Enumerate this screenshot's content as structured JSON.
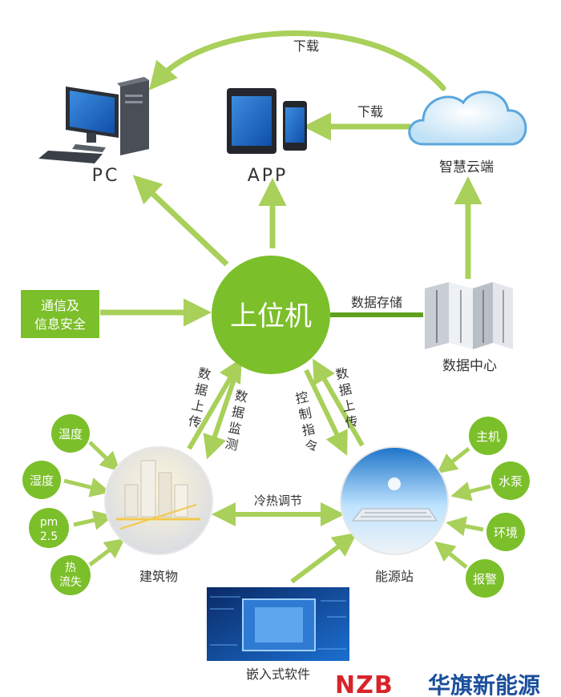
{
  "center": {
    "label": "上位机"
  },
  "top_nodes": {
    "pc": "PC",
    "app": "APP",
    "cloud": "智慧云端"
  },
  "arrows": {
    "download_top": "下载",
    "download_mid": "下载",
    "storage": "数据存储",
    "upload_left": [
      "数",
      "据",
      "上",
      "传"
    ],
    "monitor": [
      "数",
      "据",
      "监",
      "测"
    ],
    "control": [
      "控",
      "制",
      "指",
      "令"
    ],
    "upload_right": [
      "数",
      "据",
      "上",
      "传"
    ],
    "cool_heat": "冷热调节"
  },
  "security": {
    "line1": "通信及",
    "line2": "信息安全"
  },
  "data_center": {
    "label": "数据中心"
  },
  "building": {
    "label": "建筑物",
    "sensors": [
      {
        "lines": [
          "温度"
        ]
      },
      {
        "lines": [
          "湿度"
        ]
      },
      {
        "lines": [
          "pm",
          "2.5"
        ]
      },
      {
        "lines": [
          "热",
          "流失"
        ]
      }
    ]
  },
  "energy": {
    "label": "能源站",
    "sensors": [
      {
        "lines": [
          "主机"
        ]
      },
      {
        "lines": [
          "水泵"
        ]
      },
      {
        "lines": [
          "环境"
        ]
      },
      {
        "lines": [
          "报警"
        ]
      }
    ]
  },
  "embedded": {
    "label": "嵌入式软件"
  },
  "brand": {
    "logo": "NZB",
    "name": "华旗新能源"
  },
  "colors": {
    "green": "#7bbf2a",
    "arrow": "#a8d05a",
    "dark_green": "#5fa11e",
    "brand_red": "#d7252b",
    "brand_blue": "#1b4f9c"
  }
}
